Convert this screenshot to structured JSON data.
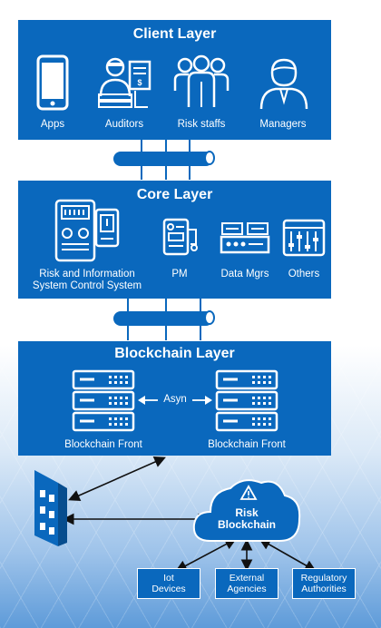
{
  "client_layer": {
    "title": "Client Layer",
    "items": [
      {
        "label": "Apps",
        "icon": "smartphone-icon"
      },
      {
        "label": "Auditors",
        "icon": "auditor-icon"
      },
      {
        "label": "Risk staffs",
        "icon": "group-icon"
      },
      {
        "label": "Managers",
        "icon": "manager-icon"
      }
    ]
  },
  "core_layer": {
    "title": "Core Layer",
    "items": [
      {
        "label": "Risk and Information\nSystem Control System",
        "icon": "control-panel-icon"
      },
      {
        "label": "PM",
        "icon": "device-icon"
      },
      {
        "label": "Data Mgrs",
        "icon": "console-icon"
      },
      {
        "label": "Others",
        "icon": "equalizer-icon"
      }
    ]
  },
  "blockchain_layer": {
    "title": "Blockchain Layer",
    "left_label": "Blockchain Front",
    "right_label": "Blockchain Front",
    "link_label": "Asyn"
  },
  "risk_blockchain": {
    "label": "Risk\nBlockchain"
  },
  "bottom_nodes": [
    {
      "label": "Iot\nDevices"
    },
    {
      "label": "External\nAgencies"
    },
    {
      "label": "Regulatory\nAuthorities"
    }
  ],
  "colors": {
    "primary": "#0a68bd",
    "background": "#ffffff"
  }
}
